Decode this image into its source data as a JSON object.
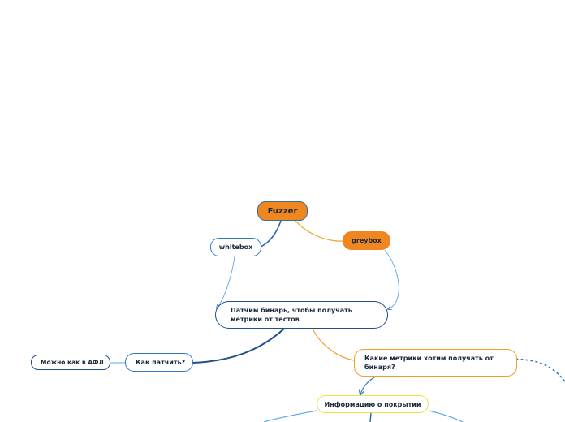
{
  "nodes": {
    "fuzzer": "Fuzzer",
    "whitebox": "whitebox",
    "greybox": "greybox",
    "patch": "Патчим бинарь, чтобы получать метрики от тестов",
    "how_patch": "Как патчить?",
    "afl": "Можно как в АФЛ",
    "metrics": "Какие метрики хотим получать от бинаря?",
    "coverage": "Информацию о покрытии"
  },
  "colors": {
    "orange": "#f0861f",
    "blue_dark": "#1f4e8c",
    "blue_light": "#5aa7e8",
    "yellow_border": "#e6e24a"
  }
}
